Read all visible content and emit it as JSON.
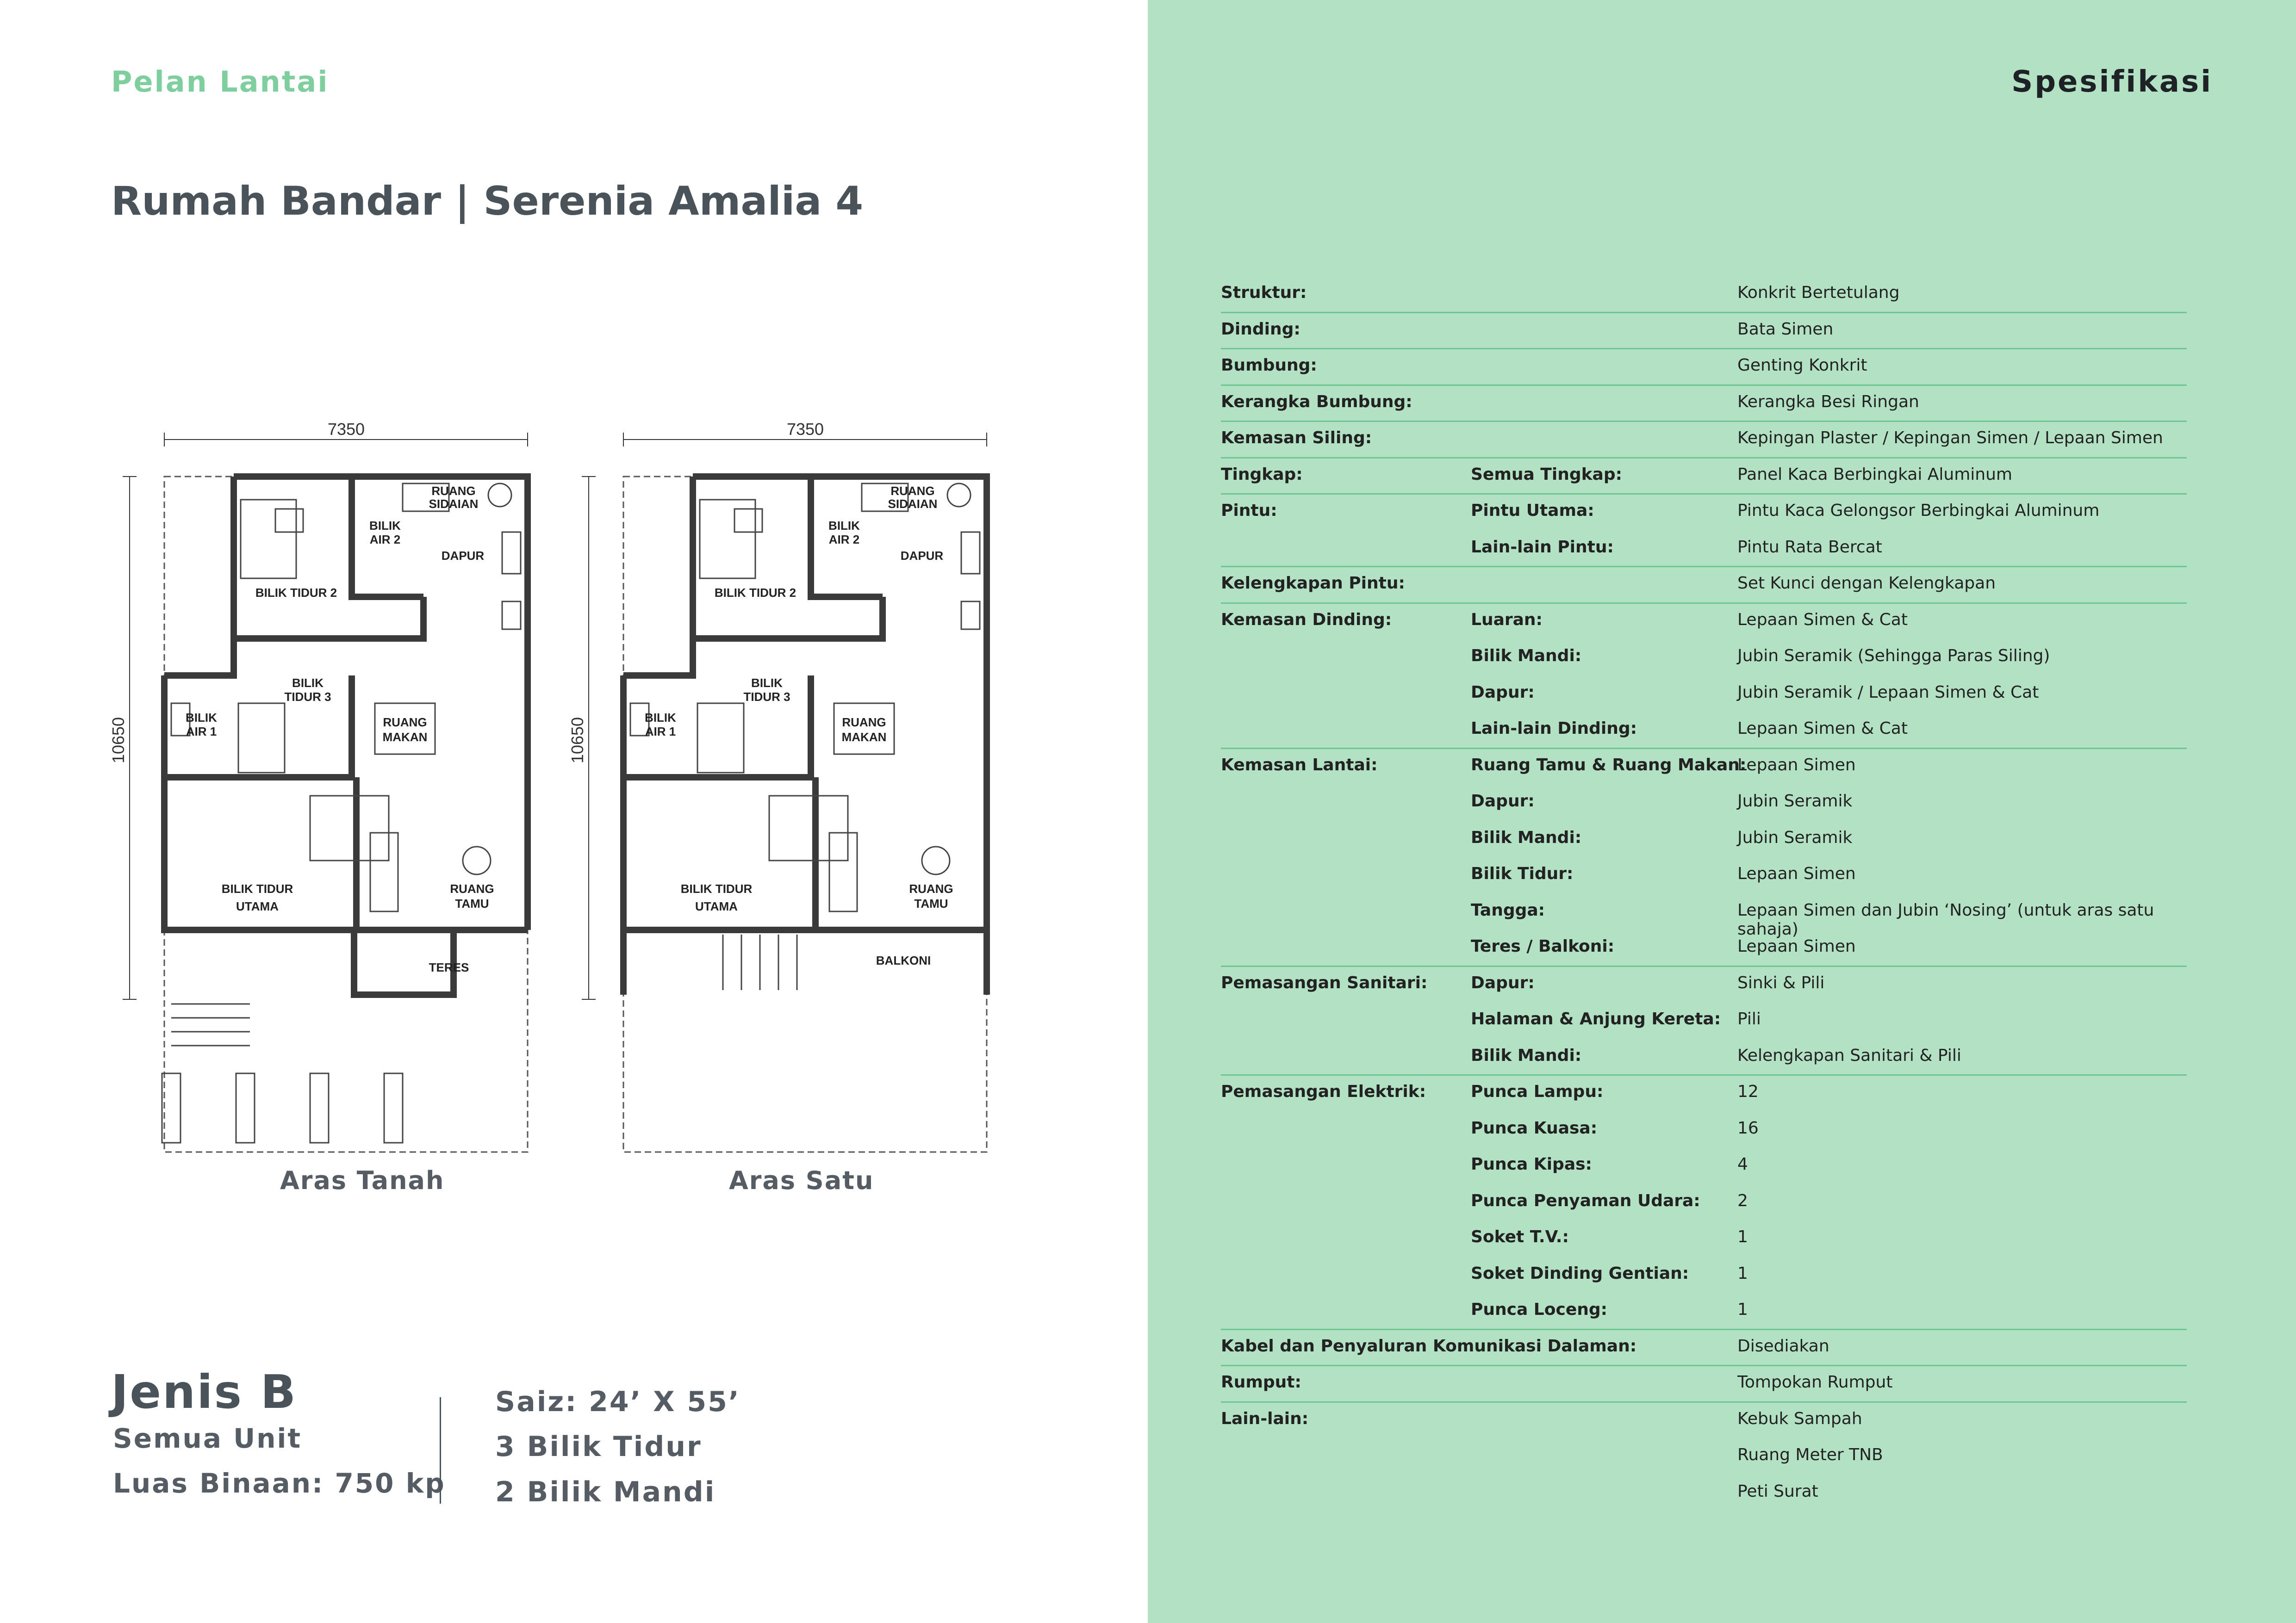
{
  "header": {
    "section_label": "Pelan Lantai",
    "title_left": "Rumah Bandar",
    "title_sep": "|",
    "title_right": "Serenia Amalia 4"
  },
  "plans": {
    "ground": {
      "caption": "Aras Tanah",
      "width_dim": "7350",
      "height_dim": "10650",
      "rooms": [
        "BILIK TIDUR 2",
        "BILIK",
        "AIR 2",
        "RUANG",
        "SIDAIAN",
        "DAPUR",
        "BILIK",
        "TIDUR 3",
        "BILIK",
        "AIR 1",
        "RUANG",
        "MAKAN",
        "BILIK TIDUR",
        "UTAMA",
        "RUANG",
        "TAMU",
        "TERES"
      ]
    },
    "first": {
      "caption": "Aras Satu",
      "width_dim": "7350",
      "height_dim": "10650",
      "rooms": [
        "BILIK TIDUR 2",
        "BILIK",
        "AIR 2",
        "RUANG",
        "SIDAIAN",
        "DAPUR",
        "BILIK",
        "TIDUR 3",
        "BILIK",
        "AIR 1",
        "RUANG",
        "MAKAN",
        "BILIK TIDUR",
        "UTAMA",
        "RUANG",
        "TAMU",
        "BALKONI"
      ]
    }
  },
  "unit": {
    "type": "Jenis B",
    "units": "Semua Unit",
    "built_up": "Luas Binaan: 750 kp",
    "size": "Saiz: 24’ X 55’",
    "bedrooms": "3 Bilik Tidur",
    "bathrooms": "2 Bilik Mandi"
  },
  "spec": {
    "title": "Spesifikasi",
    "rows": [
      {
        "c1": "Struktur:",
        "c2": "",
        "c3": "Konkrit Bertetulang",
        "line": true
      },
      {
        "c1": "Dinding:",
        "c2": "",
        "c3": "Bata Simen",
        "line": true
      },
      {
        "c1": "Bumbung:",
        "c2": "",
        "c3": "Genting Konkrit",
        "line": true
      },
      {
        "c1": "Kerangka Bumbung:",
        "c2": "",
        "c3": "Kerangka Besi Ringan",
        "line": true
      },
      {
        "c1": "Kemasan Siling:",
        "c2": "",
        "c3": "Kepingan Plaster / Kepingan Simen / Lepaan Simen",
        "line": true
      },
      {
        "c1": "Tingkap:",
        "c2": "Semua Tingkap:",
        "c3": "Panel Kaca Berbingkai Aluminum",
        "line": true
      },
      {
        "c1": "Pintu:",
        "c2": "Pintu Utama:",
        "c3": "Pintu Kaca Gelongsor Berbingkai Aluminum",
        "line": false
      },
      {
        "c1": "",
        "c2": "Lain-lain Pintu:",
        "c3": "Pintu Rata Bercat",
        "line": true
      },
      {
        "c1": "Kelengkapan Pintu:",
        "c2": "",
        "c3": "Set Kunci dengan Kelengkapan",
        "line": true
      },
      {
        "c1": "Kemasan Dinding:",
        "c2": "Luaran:",
        "c3": "Lepaan Simen & Cat",
        "line": false
      },
      {
        "c1": "",
        "c2": "Bilik Mandi:",
        "c3": "Jubin Seramik (Sehingga Paras Siling)",
        "line": false
      },
      {
        "c1": "",
        "c2": "Dapur:",
        "c3": "Jubin Seramik / Lepaan Simen & Cat",
        "line": false
      },
      {
        "c1": "",
        "c2": "Lain-lain Dinding:",
        "c3": "Lepaan Simen & Cat",
        "line": true
      },
      {
        "c1": "Kemasan Lantai:",
        "c2": "Ruang Tamu & Ruang Makan:",
        "c3": "Lepaan Simen",
        "line": false
      },
      {
        "c1": "",
        "c2": "Dapur:",
        "c3": "Jubin Seramik",
        "line": false
      },
      {
        "c1": "",
        "c2": "Bilik Mandi:",
        "c3": "Jubin Seramik",
        "line": false
      },
      {
        "c1": "",
        "c2": "Bilik Tidur:",
        "c3": "Lepaan Simen",
        "line": false
      },
      {
        "c1": "",
        "c2": "Tangga:",
        "c3": "Lepaan Simen dan Jubin ‘Nosing’ (untuk aras satu sahaja)",
        "line": false
      },
      {
        "c1": "",
        "c2": "Teres / Balkoni:",
        "c3": "Lepaan Simen",
        "line": true
      },
      {
        "c1": "Pemasangan Sanitari:",
        "c2": "Dapur:",
        "c3": "Sinki & Pili",
        "line": false
      },
      {
        "c1": "",
        "c2": "Halaman & Anjung Kereta:",
        "c3": "Pili",
        "line": false
      },
      {
        "c1": "",
        "c2": "Bilik Mandi:",
        "c3": "Kelengkapan Sanitari & Pili",
        "line": true
      },
      {
        "c1": "Pemasangan Elektrik:",
        "c2": "Punca Lampu:",
        "c3": "12",
        "line": false
      },
      {
        "c1": "",
        "c2": "Punca Kuasa:",
        "c3": "16",
        "line": false
      },
      {
        "c1": "",
        "c2": "Punca Kipas:",
        "c3": "4",
        "line": false
      },
      {
        "c1": "",
        "c2": "Punca Penyaman Udara:",
        "c3": "2",
        "line": false
      },
      {
        "c1": "",
        "c2": "Soket T.V.:",
        "c3": "1",
        "line": false
      },
      {
        "c1": "",
        "c2": "Soket Dinding Gentian:",
        "c3": "1",
        "line": false
      },
      {
        "c1": "",
        "c2": "Punca Loceng:",
        "c3": "1",
        "line": true
      },
      {
        "c1": "Kabel dan Penyaluran Komunikasi Dalaman:",
        "c2": "",
        "c3": "Disediakan",
        "line": true
      },
      {
        "c1": "Rumput:",
        "c2": "",
        "c3": "Tompokan Rumput",
        "line": true
      },
      {
        "c1": "Lain-lain:",
        "c2": "",
        "c3": "Kebuk Sampah",
        "line": false
      },
      {
        "c1": "",
        "c2": "",
        "c3": "Ruang Meter TNB",
        "line": false
      },
      {
        "c1": "",
        "c2": "",
        "c3": "Peti Surat",
        "line": false
      }
    ]
  }
}
